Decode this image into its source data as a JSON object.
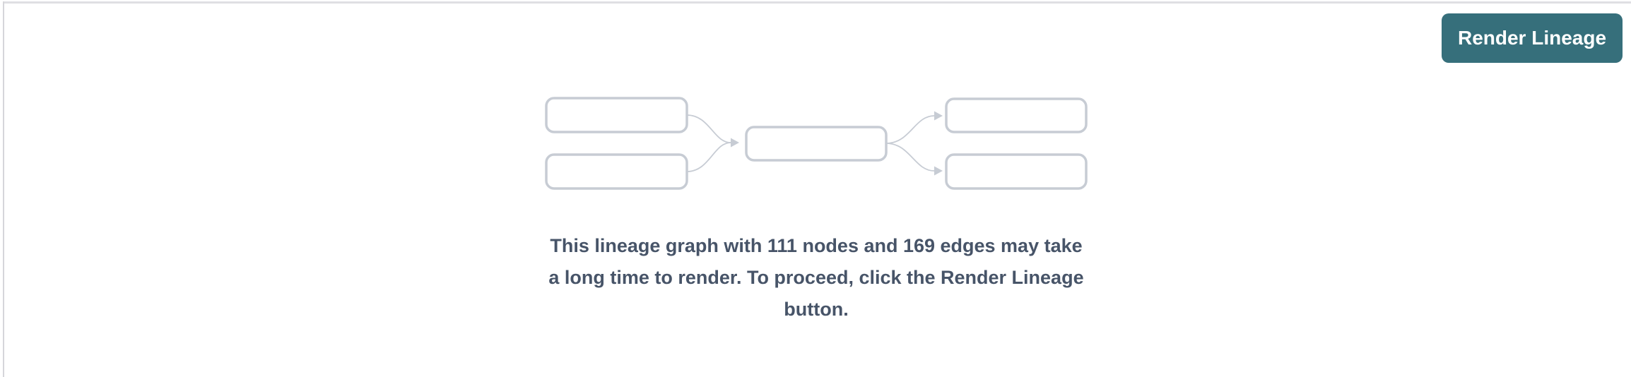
{
  "app": {
    "background_color": "#ffffff",
    "pane_border_color": "#dfdfe3"
  },
  "toolbar": {
    "render_lineage_button": {
      "label": "Render Lineage",
      "background_color": "#366f7b",
      "text_color": "#ffffff"
    }
  },
  "empty_state": {
    "illustration": {
      "box_border_color": "#c7ccd4",
      "edge_color": "#c7ccd4",
      "node_box_count": 5,
      "description": "placeholder lineage graph: two source nodes flowing into one middle node flowing into two target nodes"
    },
    "message": "This lineage graph with 111 nodes and 169 edges may take a long time to render. To proceed, click the Render Lineage button.",
    "message_lines": [
      "This lineage graph with 111 nodes and 169 edges may take",
      "a long time to render. To proceed, click the Render Lineage",
      "button."
    ],
    "node_count": "111",
    "edge_count": "169",
    "text_color": "#475468"
  }
}
